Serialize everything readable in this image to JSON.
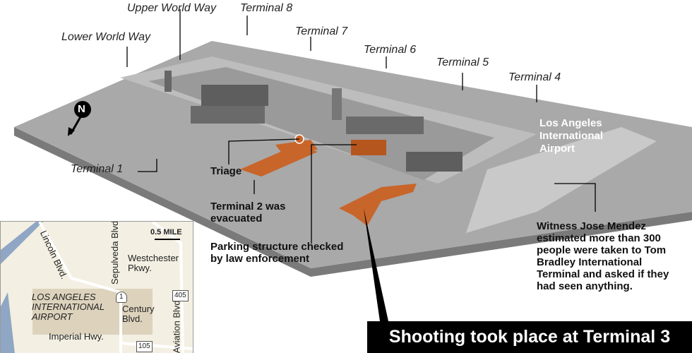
{
  "labels": {
    "upper_world_way": "Upper World Way",
    "lower_world_way": "Lower World Way",
    "terminal_8": "Terminal 8",
    "terminal_7": "Terminal 7",
    "terminal_6": "Terminal 6",
    "terminal_5": "Terminal 5",
    "terminal_4": "Terminal 4",
    "terminal_1": "Terminal 1",
    "north": "N",
    "lax": "Los Angeles International Airport"
  },
  "callouts": {
    "triage": "Triage",
    "terminal_2": "Terminal 2 was evacuated",
    "parking": "Parking structure checked by law enforcement",
    "witness": "Witness Jose Mendez estimated more than 300 people were taken to Tom Bradley International Terminal and asked if they had seen anything."
  },
  "banner": "Shooting took place at Terminal 3",
  "inset": {
    "scale": "0.5 MILE",
    "lincoln": "Lincoln Blvd.",
    "sepulveda": "Sepulveda Blvd.",
    "westchester": "Westchester Pkwy.",
    "airport": "LOS ANGELES INTERNATIONAL AIRPORT",
    "century": "Century Blvd.",
    "aviation": "Aviation Blvd.",
    "imperial": "Imperial Hwy.",
    "route_1": "1",
    "route_405": "405",
    "route_105": "105"
  },
  "colors": {
    "highlight": "#c8652a",
    "plate": "#a8a8a8",
    "building": "#6e6e6e"
  }
}
